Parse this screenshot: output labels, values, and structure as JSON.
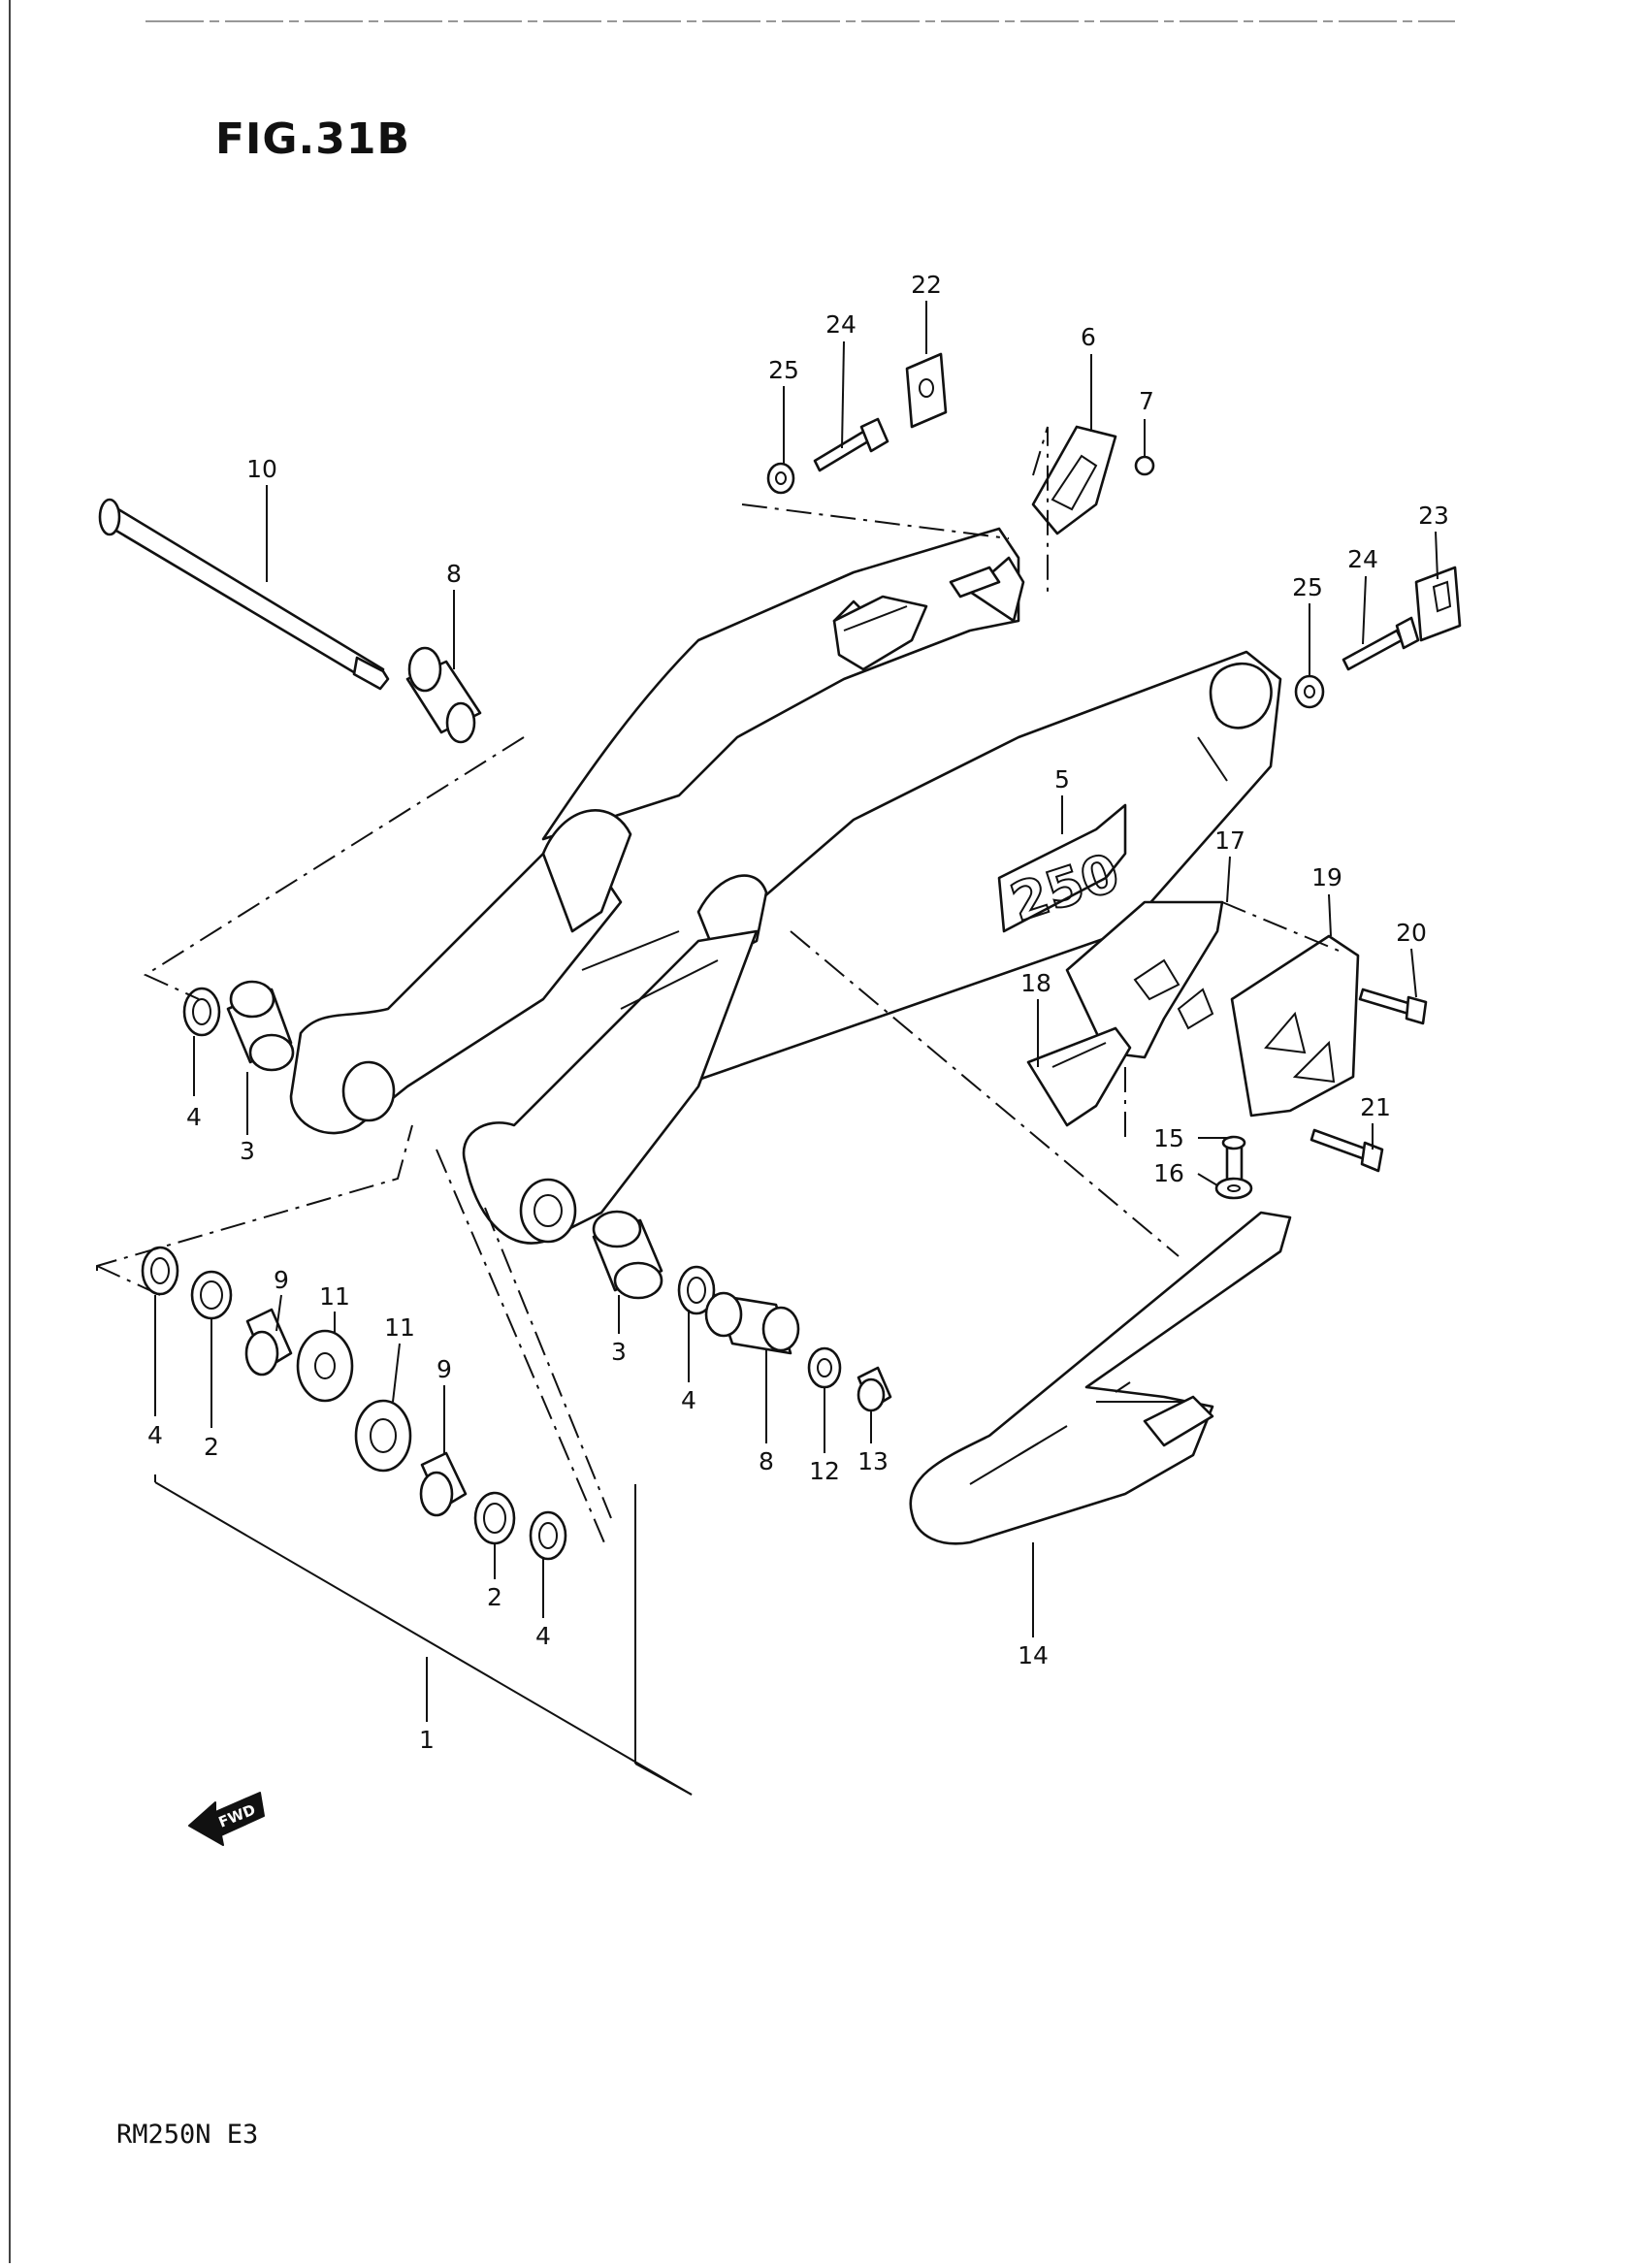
{
  "figure": {
    "title": "FIG.31B",
    "model": "RM250N E3",
    "fwd_label": "FWD"
  },
  "callouts": [
    {
      "id": "c22",
      "text": "22"
    },
    {
      "id": "c24a",
      "text": "24"
    },
    {
      "id": "c25a",
      "text": "25"
    },
    {
      "id": "c6",
      "text": "6"
    },
    {
      "id": "c7",
      "text": "7"
    },
    {
      "id": "c10",
      "text": "10"
    },
    {
      "id": "c8a",
      "text": "8"
    },
    {
      "id": "c23",
      "text": "23"
    },
    {
      "id": "c24b",
      "text": "24"
    },
    {
      "id": "c25b",
      "text": "25"
    },
    {
      "id": "c5",
      "text": "5"
    },
    {
      "id": "c17",
      "text": "17"
    },
    {
      "id": "c19",
      "text": "19"
    },
    {
      "id": "c20",
      "text": "20"
    },
    {
      "id": "c18",
      "text": "18"
    },
    {
      "id": "c4a",
      "text": "4"
    },
    {
      "id": "c3a",
      "text": "3"
    },
    {
      "id": "c21",
      "text": "21"
    },
    {
      "id": "c15",
      "text": "15"
    },
    {
      "id": "c16",
      "text": "16"
    },
    {
      "id": "c9a",
      "text": "9"
    },
    {
      "id": "c11a",
      "text": "11"
    },
    {
      "id": "c11b",
      "text": "11"
    },
    {
      "id": "c9b",
      "text": "9"
    },
    {
      "id": "c3b",
      "text": "3"
    },
    {
      "id": "c4b",
      "text": "4"
    },
    {
      "id": "c4c",
      "text": "4"
    },
    {
      "id": "c2a",
      "text": "2"
    },
    {
      "id": "c8b",
      "text": "8"
    },
    {
      "id": "c12",
      "text": "12"
    },
    {
      "id": "c13",
      "text": "13"
    },
    {
      "id": "c2b",
      "text": "2"
    },
    {
      "id": "c4d",
      "text": "4"
    },
    {
      "id": "c14",
      "text": "14"
    },
    {
      "id": "c1",
      "text": "1"
    }
  ],
  "colors": {
    "ink": "#111111",
    "paper": "#ffffff"
  }
}
